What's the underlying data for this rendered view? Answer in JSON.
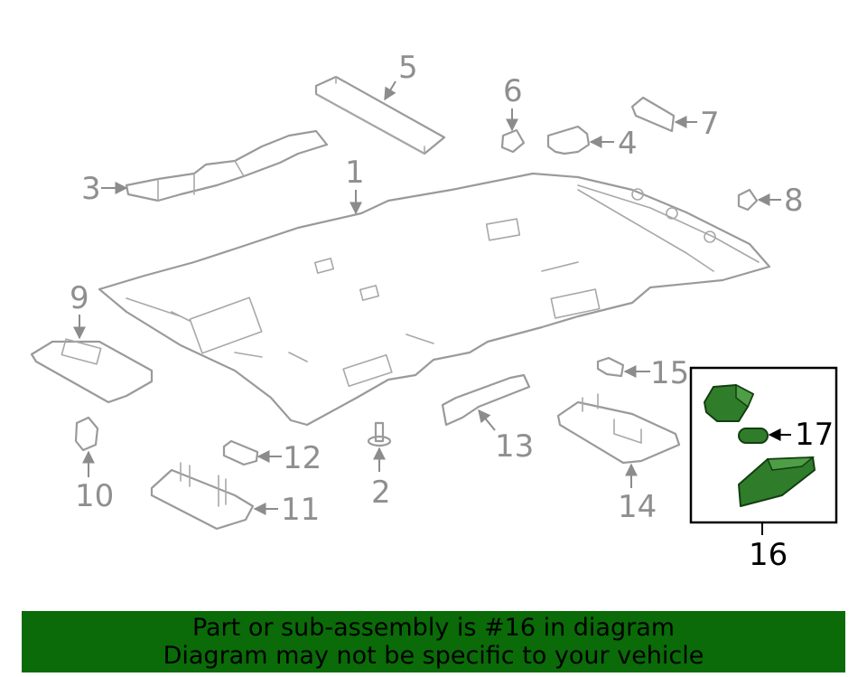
{
  "callouts": {
    "c1": "1",
    "c2": "2",
    "c3": "3",
    "c4": "4",
    "c5": "5",
    "c6": "6",
    "c7": "7",
    "c8": "8",
    "c9": "9",
    "c10": "10",
    "c11": "11",
    "c12": "12",
    "c13": "13",
    "c14": "14",
    "c15": "15",
    "c16": "16",
    "c17": "17"
  },
  "highlight": {
    "part": "16",
    "sub_part": "17",
    "color": "#2f7d2a"
  },
  "footer": {
    "line1": "Part or sub-assembly is #16 in diagram",
    "line2": "Diagram may not be specific to your vehicle",
    "background": "#0a6b08"
  }
}
